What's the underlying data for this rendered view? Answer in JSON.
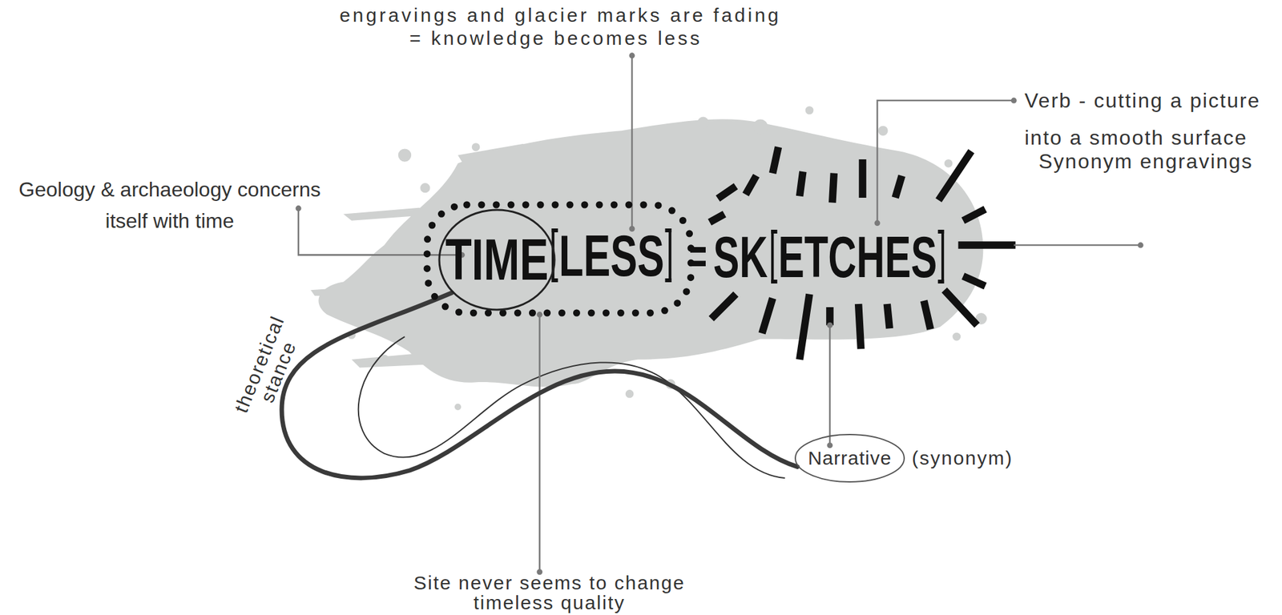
{
  "diagram": {
    "nodes": [
      {
        "text": [
          "LESS"
        ]
      },
      {
        "text": [
          "TIME"
        ],
        "in": 0
      },
      {
        "text": [
          "Narrative",
          "(synonym)"
        ]
      }
    ],
    "edges": [
      {
        "from": 1,
        "to": 2,
        "arrow": "none",
        "label": "theoretical stance"
      }
    ],
    "labels": [
      "engravings and glacier marks are fading",
      "= knowledge becomes less",
      "Verb - cutting a picture into a smooth surface",
      "Synonym engravings",
      "Geology & archaeology concerns itself with time",
      "=",
      "SK",
      "ETCHES",
      "Site never seems to change timeless quality"
    ]
  }
}
